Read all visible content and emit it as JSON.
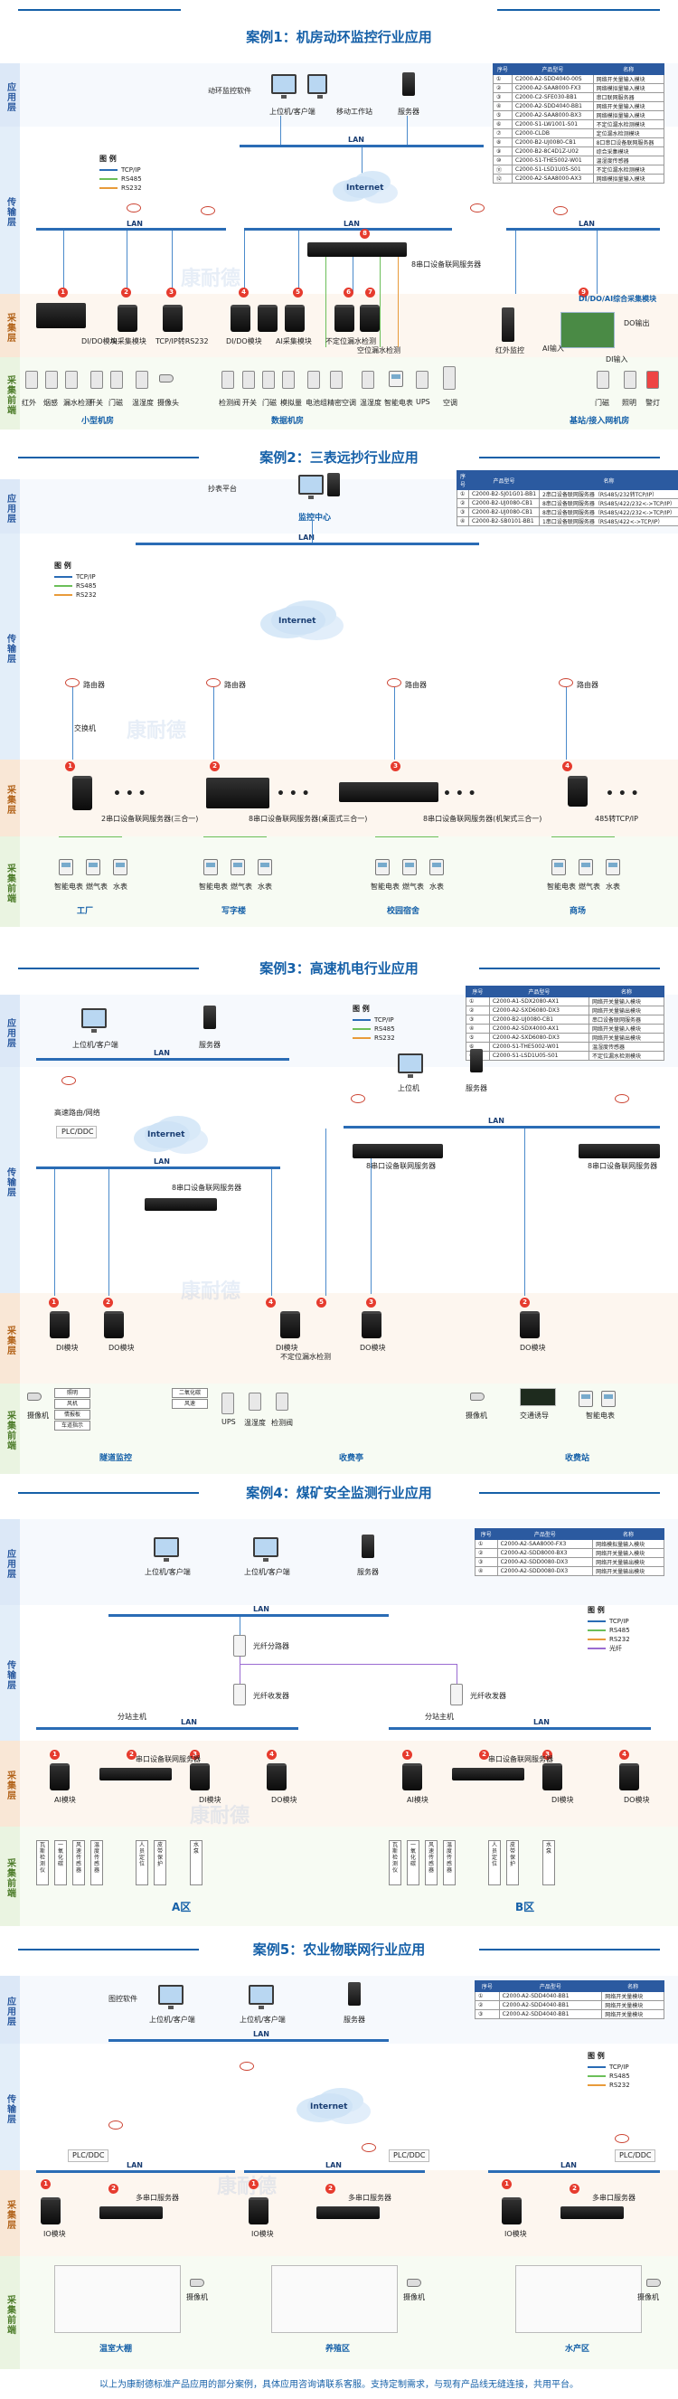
{
  "layer_labels": {
    "app": "应用层",
    "trans": "传输层",
    "collect": "采集层",
    "front": "采集前端"
  },
  "legend": {
    "title": "图 例",
    "tcpip": "TCP/IP",
    "rs485": "RS485",
    "rs232": "RS232",
    "optic": "光纤"
  },
  "colors": {
    "tcpip": "#2a6cb5",
    "rs485": "#6bbf59",
    "rs232": "#e89b3a",
    "title": "#1560a8",
    "accent": "#e63b2e"
  },
  "table_headers": {
    "no": "序号",
    "model": "产品型号",
    "name": "名称"
  },
  "watermark": "康耐德",
  "case1": {
    "title": "案例1：机房动环监控行业应用",
    "app_labels": [
      "动环监控软件",
      "上位机/客户端",
      "移动工作站",
      "服务器"
    ],
    "lan": "LAN",
    "internet": "Internet",
    "server_label": "8串口设备联网服务器",
    "modules": [
      "DI/DO模块",
      "AI采集模块",
      "TCP/IP转RS232",
      "DI/DO模块",
      "AI采集模块",
      "不定位漏水检测",
      "空位漏水检测"
    ],
    "right_label": "DI/DO/AI综合采集模块",
    "devices": [
      "红外",
      "烟感",
      "漏水检测",
      "开关",
      "门磁",
      "温湿度",
      "摄像头",
      "检测阀",
      "开关",
      "门磁",
      "模拟量",
      "电池组",
      "精密空调",
      "温湿度",
      "智能电表",
      "UPS",
      "空调",
      "门磁",
      "照明",
      "警灯"
    ],
    "groups": [
      "小型机房",
      "数据机房",
      "基站/接入网机房"
    ],
    "right_extra": [
      "红外监控",
      "AI输入",
      "DO输出",
      "DI输入"
    ],
    "table": [
      [
        "①",
        "C2000-A2-SDD4040-00S",
        "网络开关量输入模块"
      ],
      [
        "②",
        "C2000-A2-SAA8000-FX3",
        "网络模拟量输入模块"
      ],
      [
        "③",
        "C2000-C2-SFE030-BB1",
        "串口联网服务器"
      ],
      [
        "④",
        "C2000-A2-SDD4040-BB1",
        "网络开关量输入模块"
      ],
      [
        "⑤",
        "C2000-A2-SAA8000-BX3",
        "网络模拟量输入模块"
      ],
      [
        "⑥",
        "C2000-S1-LW1001-S01",
        "不定位漏水检测模块"
      ],
      [
        "⑦",
        "C2000-CLDB",
        "定位漏水检测模块"
      ],
      [
        "⑧",
        "C2000-B2-UJ0080-CB1",
        "8口串口设备联网服务器"
      ],
      [
        "⑨",
        "C2000-B2-8C4D1Z-U02",
        "综合采集模块"
      ],
      [
        "⑩",
        "C2000-S1-THE5002-W01",
        "温湿度传感器"
      ],
      [
        "⑪",
        "C2000-S1-LSD1U05-S01",
        "不定位漏水检测模块"
      ],
      [
        "⑫",
        "C2000-A2-SAA8000-AX3",
        "网络模拟量输入模块"
      ]
    ]
  },
  "case2": {
    "title": "案例2：三表远抄行业应用",
    "app_labels": [
      "抄表平台",
      "监控中心"
    ],
    "lan": "LAN",
    "internet": "Internet",
    "router": "路由器",
    "switch": "交换机",
    "servers": [
      "2串口设备联网服务器(三合一)",
      "8串口设备联网服务器(桌面式三合一)",
      "8串口设备联网服务器(机架式三合一)",
      "485转TCP/IP"
    ],
    "meters": [
      "智能电表",
      "燃气表",
      "水表"
    ],
    "groups": [
      "工厂",
      "写字楼",
      "校园宿舍",
      "商场"
    ],
    "table": [
      [
        "①",
        "C2000-B2-SJ01G01-BB1",
        "2串口设备联网服务器（RS485/232转TCP/IP）"
      ],
      [
        "②",
        "C2000-B2-UJ0080-CB1",
        "8串口设备联网服务器（RS485/422/232<->TCP/IP）"
      ],
      [
        "③",
        "C2000-B2-UJ0080-CB1",
        "8串口设备联网服务器（RS485/422/232<->TCP/IP）"
      ],
      [
        "④",
        "C2000-B2-SB0101-BB1",
        "1串口设备联网服务器（RS485/422<->TCP/IP）"
      ]
    ]
  },
  "case3": {
    "title": "案例3：高速机电行业应用",
    "app_labels": [
      "上位机/客户端",
      "服务器",
      "上位机",
      "服务器"
    ],
    "lan": "LAN",
    "internet": "Internet",
    "plc": "PLC/DDC",
    "router_label": "高速路由/网络",
    "server_labels": [
      "8串口设备联网服务器",
      "8串口设备联网服务器",
      "8串口设备联网服务器"
    ],
    "modules": [
      "DI模块",
      "DO模块",
      "DI模块",
      "不定位漏水检测",
      "DO模块",
      "DO模块"
    ],
    "devices": [
      "摄像机",
      "照明",
      "风机",
      "情报板",
      "车道指示",
      "二氧化碳",
      "风速",
      "UPS",
      "温湿度",
      "检测阀",
      "摄像机",
      "交通诱导",
      "智能电表"
    ],
    "groups": [
      "隧道监控",
      "收费亭",
      "收费站"
    ],
    "table": [
      [
        "①",
        "C2000-A1-SDX2080-AX1",
        "网络开关量输入模块"
      ],
      [
        "②",
        "C2000-A2-SXD6080-DX3",
        "网络开关量输出模块"
      ],
      [
        "③",
        "C2000-B2-UJ0080-CB1",
        "串口设备联网服务器"
      ],
      [
        "④",
        "C2000-A2-SDX4000-AX1",
        "网络开关量输入模块"
      ],
      [
        "⑤",
        "C2000-A2-SXD6080-DX3",
        "网络开关量输出模块"
      ],
      [
        "⑥",
        "C2000-S1-THE5002-W01",
        "温湿度传感器"
      ],
      [
        "⑦",
        "C2000-S1-LSD1U05-S01",
        "不定位漏水检测模块"
      ]
    ]
  },
  "case4": {
    "title": "案例4：煤矿安全监测行业应用",
    "app_labels": [
      "上位机/客户端",
      "上位机/客户端",
      "服务器"
    ],
    "lan": "LAN",
    "optic_splitter": "光纤分路器",
    "optic_transceivers": [
      "光纤收发器",
      "光纤收发器"
    ],
    "switch": "分站主机",
    "server_label": "串口设备联网服务器",
    "modules": [
      "AI模块",
      "DI模块",
      "DO模块",
      "AI模块",
      "DI模块",
      "DO模块"
    ],
    "devices": [
      "瓦斯检测仪",
      "一氧化碳",
      "风速传感器",
      "温度传感器",
      "人员定位",
      "皮带保护",
      "水泵"
    ],
    "groups": [
      "A区",
      "B区"
    ],
    "table": [
      [
        "①",
        "C2000-A2-SAA8000-FX3",
        "网络模拟量输入模块"
      ],
      [
        "②",
        "C2000-A2-SDD8000-BX3",
        "网络开关量输入模块"
      ],
      [
        "③",
        "C2000-A2-SDD0080-DX3",
        "网络开关量输出模块"
      ],
      [
        "④",
        "C2000-A2-SDD0080-DX3",
        "网络开关量输出模块"
      ]
    ]
  },
  "case5": {
    "title": "案例5：农业物联网行业应用",
    "app_labels": [
      "图控软件",
      "上位机/客户端",
      "上位机/客户端",
      "服务器"
    ],
    "lan": "LAN",
    "internet": "Internet",
    "plc": "PLC/DDC",
    "module": "IO模块",
    "server_label": "多串口服务器",
    "devices": [
      "摄像机"
    ],
    "groups": [
      "温室大棚",
      "养殖区",
      "水产区"
    ],
    "table": [
      [
        "①",
        "C2000-A2-SDD4040-BB1",
        "网络开关量模块"
      ],
      [
        "②",
        "C2000-A2-SDD4040-BB1",
        "网络开关量模块"
      ],
      [
        "③",
        "C2000-A2-SDD4040-BB1",
        "网络开关量模块"
      ]
    ]
  },
  "footer": "以上为康耐德标准产品应用的部分案例，具体应用咨询请联系客服。支持定制需求，与现有产品线无缝连接，共用平台。"
}
